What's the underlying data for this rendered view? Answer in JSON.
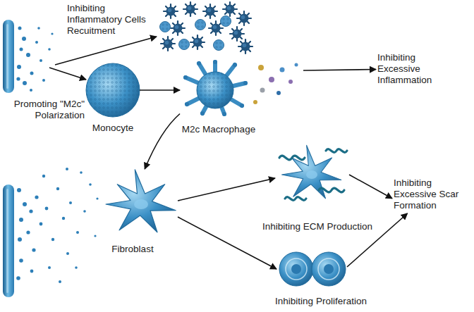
{
  "diagram": {
    "nodes": [
      {
        "text": [
          "Monocyte"
        ]
      },
      {
        "text": [
          "M2c Macrophage"
        ]
      },
      {
        "text": [
          "Inhibiting Excessive Inflammation"
        ]
      },
      {
        "text": [
          "Fibroblast"
        ]
      },
      {
        "text": [
          "Inhibiting ECM Production"
        ]
      },
      {
        "text": [
          "Inhibiting Proliferation"
        ]
      },
      {
        "text": [
          "Inhibiting Excessive Scar Formation"
        ]
      }
    ],
    "edges": [
      {
        "from": 0,
        "to": 1,
        "arrow": "to"
      },
      {
        "from": 1,
        "to": 2,
        "arrow": "to"
      },
      {
        "from": 1,
        "to": 3,
        "arrow": "to"
      },
      {
        "from": 3,
        "to": 4,
        "arrow": "to"
      },
      {
        "from": 3,
        "to": 5,
        "arrow": "to"
      },
      {
        "from": 4,
        "to": 6,
        "arrow": "to"
      },
      {
        "from": 5,
        "to": 6,
        "arrow": "to"
      }
    ],
    "labels": [
      "Inhibiting Inflammatory Cells Recuitment",
      "Promoting \"M2c\" Polarization"
    ]
  }
}
